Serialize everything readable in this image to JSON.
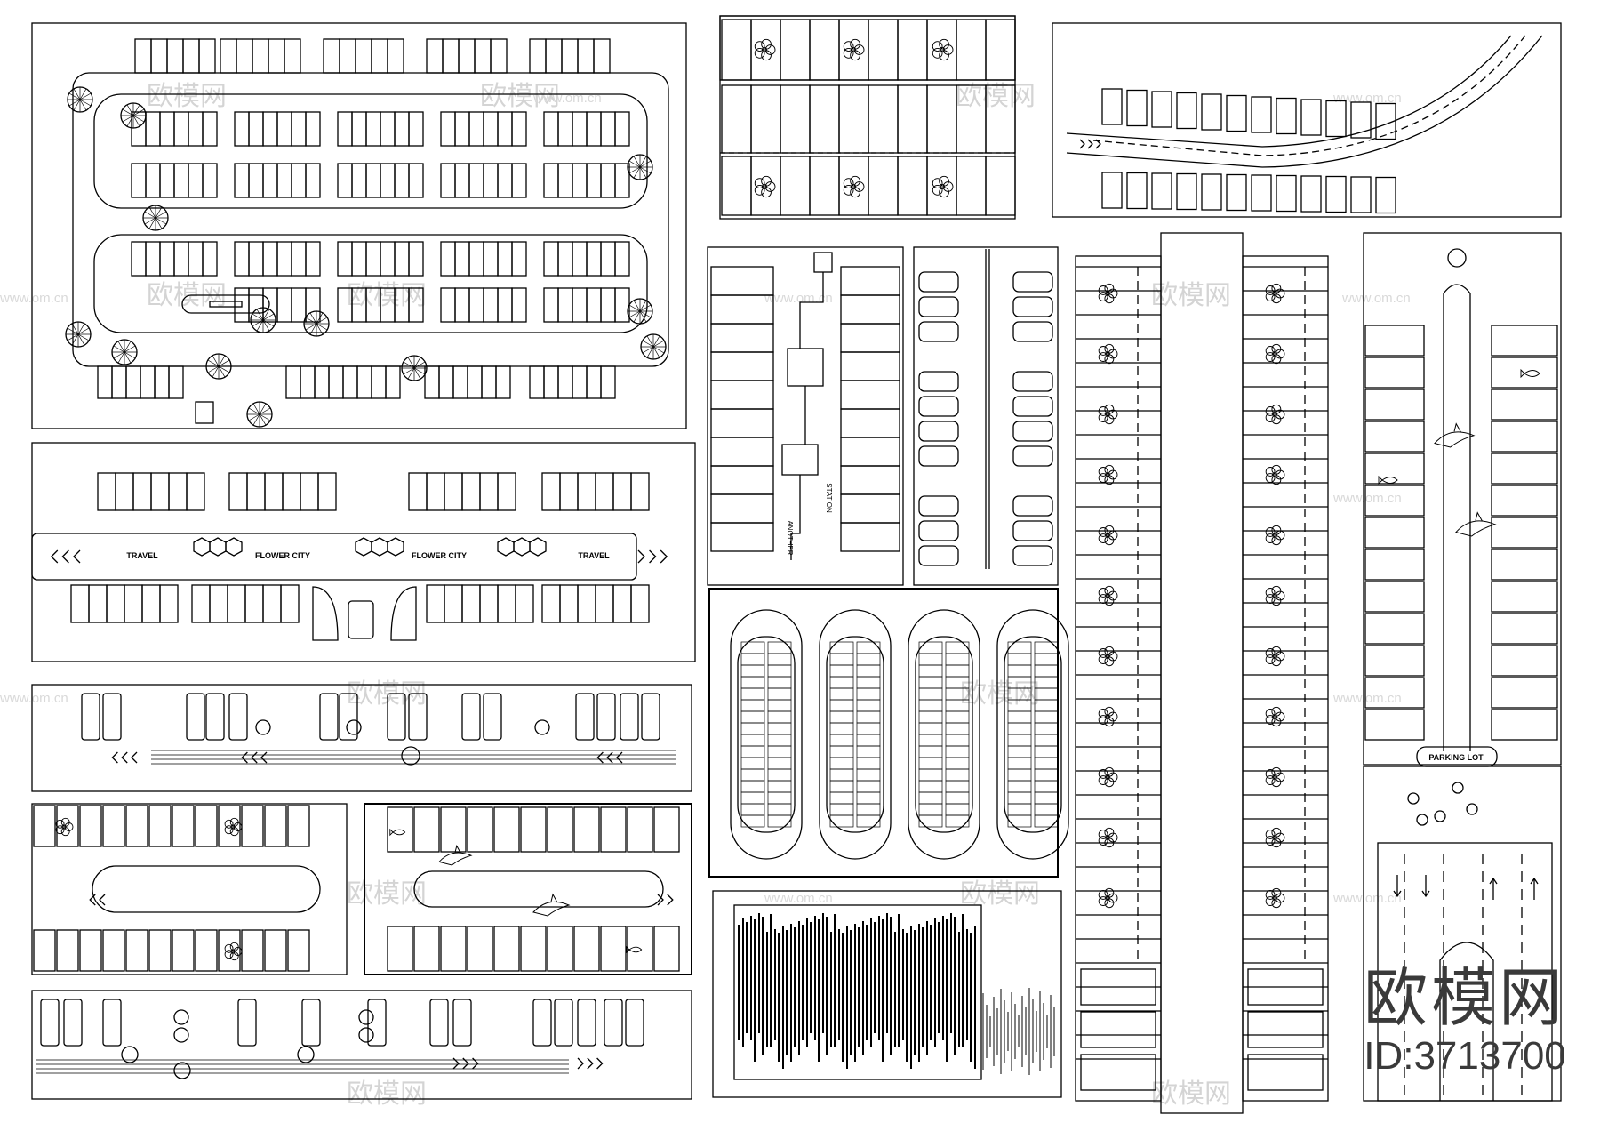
{
  "image": {
    "background": "#ffffff",
    "line_color": "#000000"
  },
  "panels": [
    {
      "id": "p1",
      "name": "lot-plan-trees"
    },
    {
      "id": "p2",
      "name": "flower-pattern-strip"
    },
    {
      "id": "p3",
      "name": "curved-lot"
    },
    {
      "id": "p4",
      "name": "station-plan"
    },
    {
      "id": "p5",
      "name": "rounded-bays-strip"
    },
    {
      "id": "p6",
      "name": "flower-lane-left"
    },
    {
      "id": "p7",
      "name": "flower-lane-right"
    },
    {
      "id": "p8",
      "name": "ocean-lot"
    },
    {
      "id": "p9",
      "name": "travel-flower-city"
    },
    {
      "id": "p10",
      "name": "race-track-lot"
    },
    {
      "id": "p11",
      "name": "arrow-strip-top"
    },
    {
      "id": "p12",
      "name": "barcode-pattern"
    },
    {
      "id": "p13",
      "name": "loop-lot-left"
    },
    {
      "id": "p14",
      "name": "loop-lot-ocean"
    },
    {
      "id": "p15",
      "name": "arrow-strip-bottom"
    },
    {
      "id": "p16",
      "name": "entrance-lanes"
    }
  ],
  "labels": {
    "travel": "TRAVEL",
    "flower_city": "FLOWER CITY",
    "parking_lot": "PARKING LOT",
    "station_a": "STATION",
    "station_b": "ANOTHER"
  },
  "watermarks": {
    "logo": "欧模网",
    "url": "www.om.cn"
  },
  "brand": {
    "logo": "欧模网",
    "id": "ID:3713700"
  }
}
